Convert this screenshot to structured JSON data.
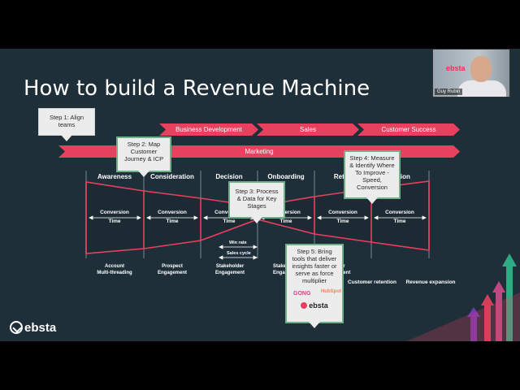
{
  "slide": {
    "title": "How to build a Revenue Machine",
    "logo_text": "ebsta"
  },
  "video_tile": {
    "participant_name": "Guy Rubin",
    "wall_logo": "ebsta"
  },
  "steps": [
    {
      "label": "Step 1: Align teams"
    },
    {
      "label": "Step 2: Map Customer Journey & ICP"
    },
    {
      "label": "Step 3: Process & Data for Key Stages"
    },
    {
      "label": "Step 4: Measure & Identify Where To Improve - Speed, Conversion"
    },
    {
      "label": "Step 5: Bring tools that deliver insights faster or serve as force multiplier"
    }
  ],
  "teams": {
    "business_development": "Business Development",
    "sales": "Sales",
    "customer_success": "Customer Success",
    "marketing": "Marketing"
  },
  "funnel_stages": [
    {
      "name": "Awareness",
      "conversion": "Conversion",
      "time": "Time",
      "bottom": "Account\nMulti-threading"
    },
    {
      "name": "Consideration",
      "conversion": "Conversion",
      "time": "Time",
      "bottom": "Prospect\nEngagement"
    },
    {
      "name": "Decision",
      "conversion": "Conversion",
      "time": "Time",
      "bottom": "Stakeholder\nEngagement"
    },
    {
      "name": "Onboarding",
      "conversion": "Conversion",
      "time": "Time",
      "bottom": "Stake\nEnga"
    },
    {
      "name": "Reten",
      "conversion": "Conversion",
      "time": "Time",
      "bottom": "omer\ngement"
    },
    {
      "name": "ansion",
      "conversion": "Conversion",
      "time": "Time",
      "bottom": ""
    }
  ],
  "decision_details": {
    "win_rate": "Win rate",
    "sales_cycle": "Sales cycle"
  },
  "right_labels": {
    "customer_retention": "Customer retention",
    "revenue_expansion": "Revenue expansion"
  },
  "tools": {
    "gong": "GONG",
    "hubspot": "HubSpot",
    "ebsta": "ebsta"
  },
  "colors": {
    "background": "#1f2f3a",
    "accent": "#e8405f",
    "note_border": "#6fb08a",
    "funnel_fill": "#1c2a33"
  }
}
